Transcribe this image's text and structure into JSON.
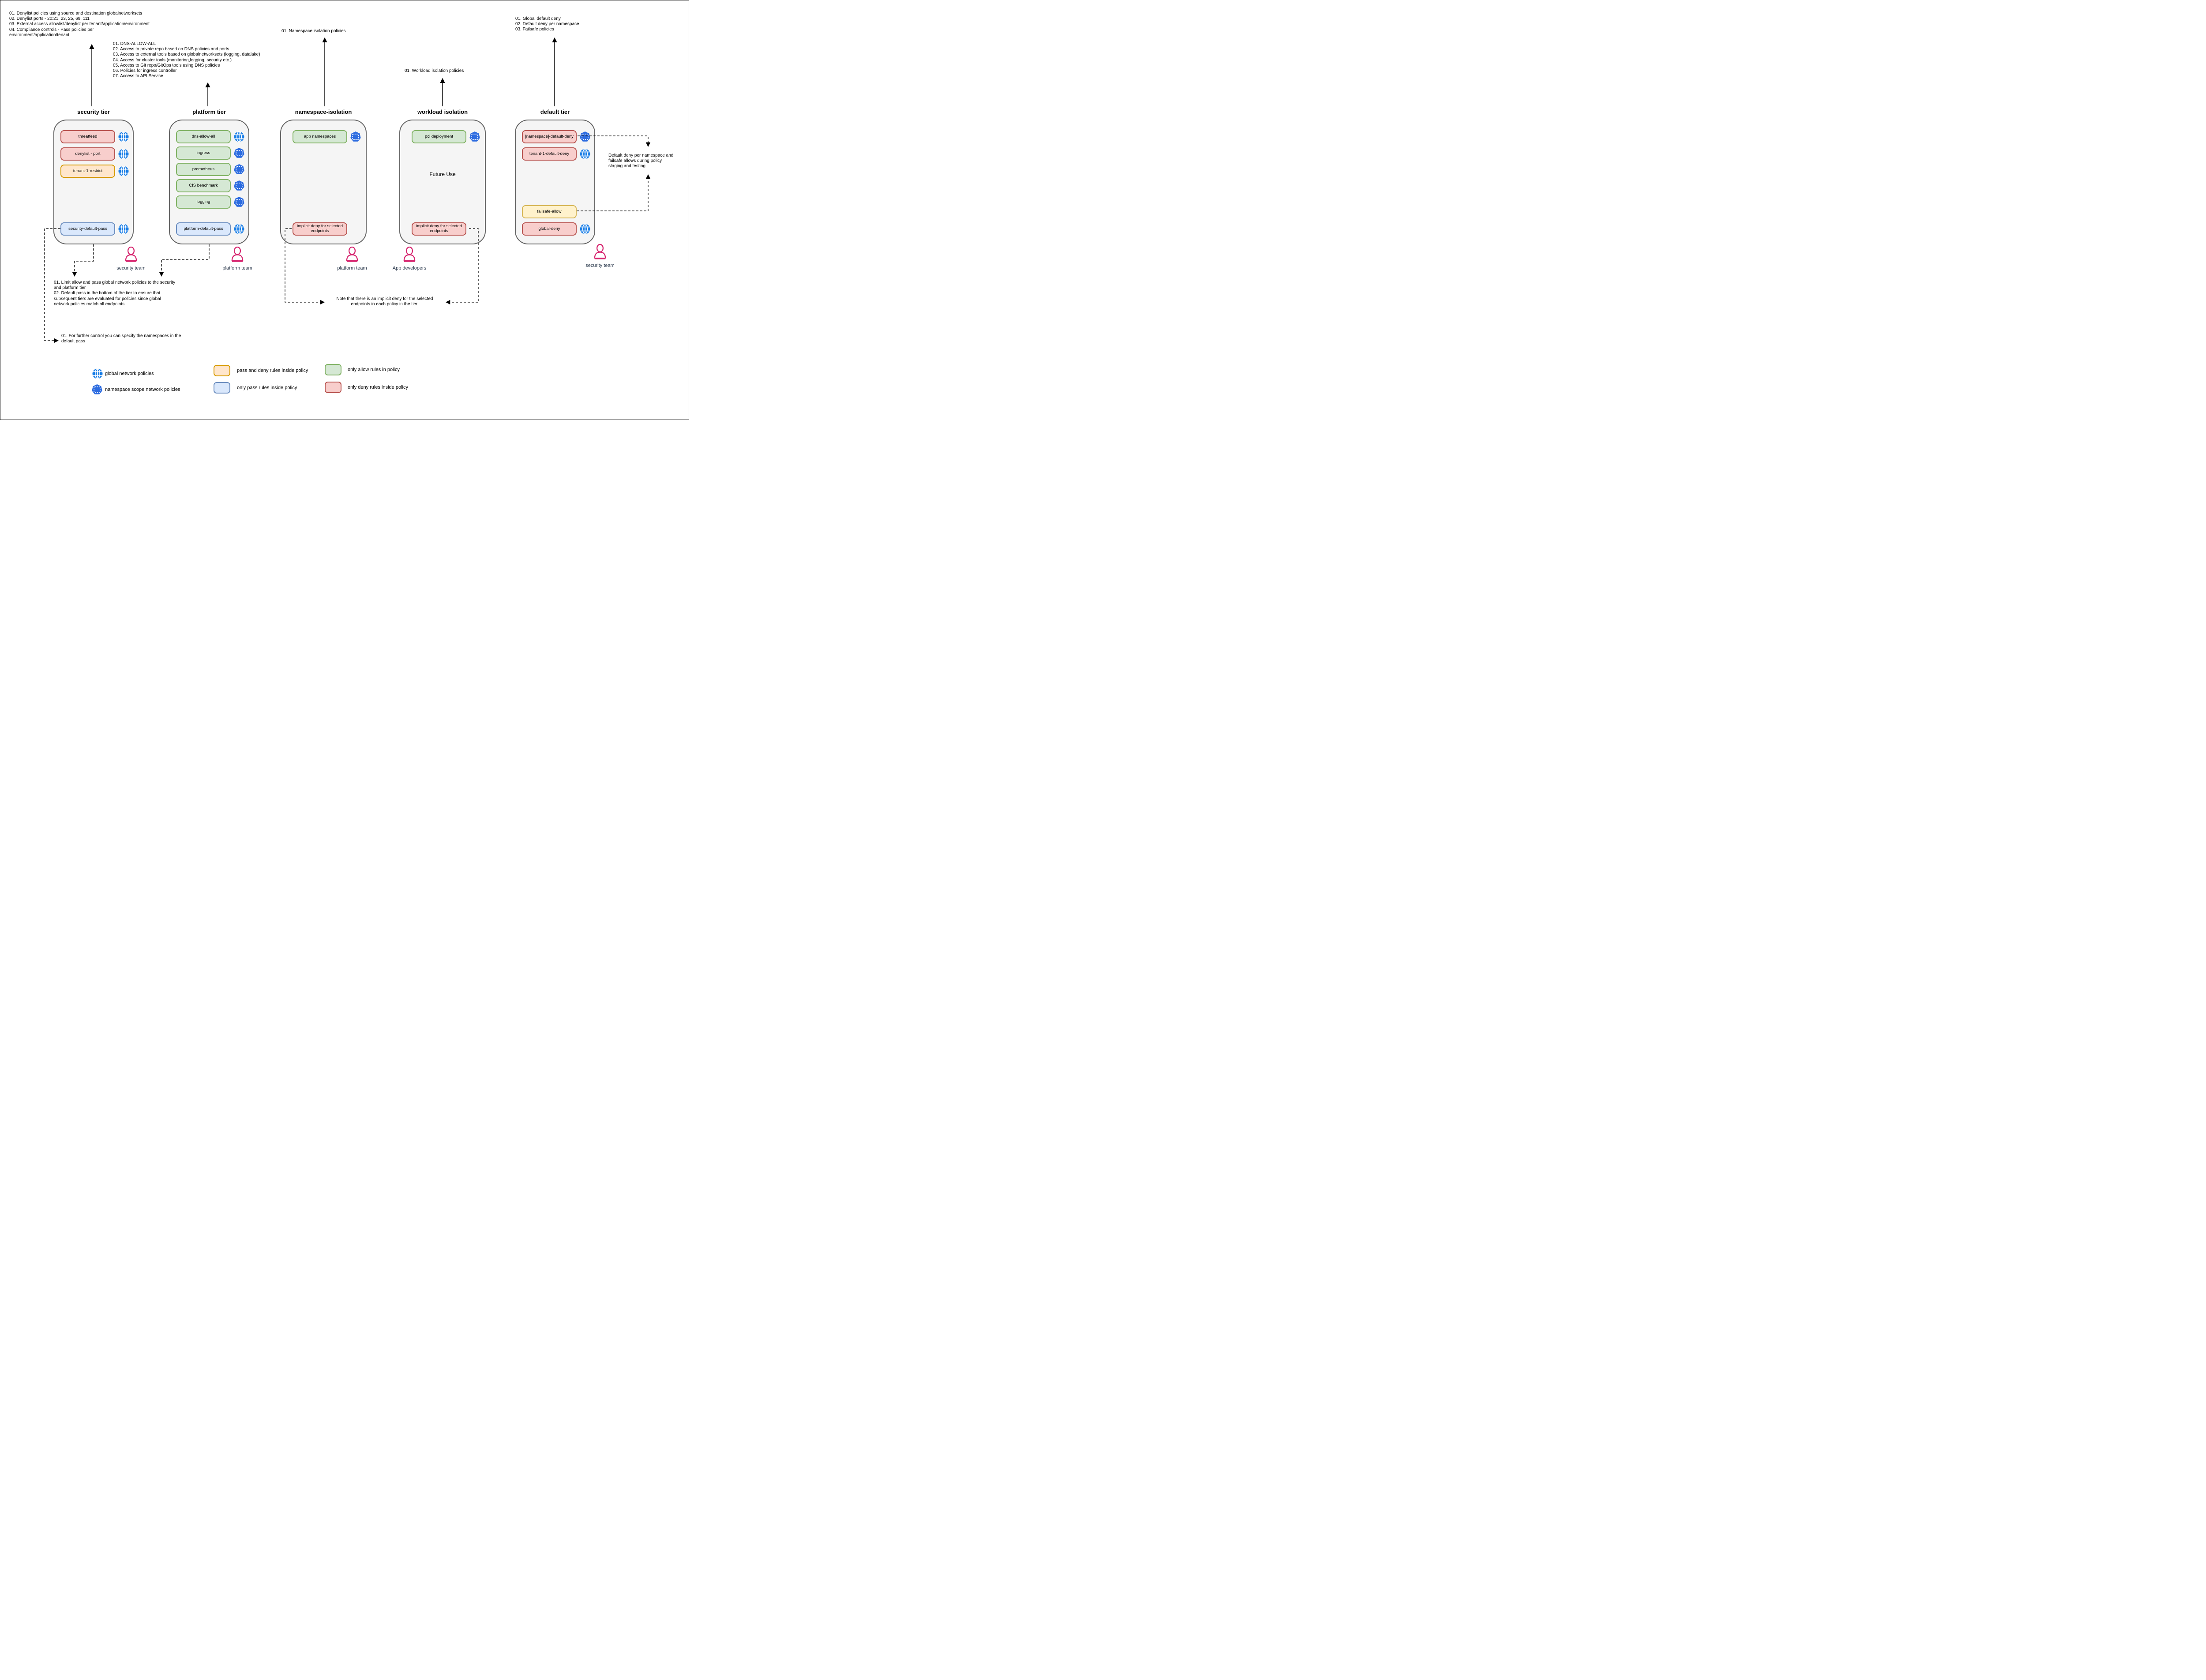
{
  "colors": {
    "globe_blue": "#1a7ee6",
    "namespace_blue": "#2d6ce0",
    "person_pink": "#d6246e",
    "team_label_color": "#2d3b4e",
    "tier_fill": "#f5f5f5",
    "tier_border": "#666666",
    "red_fill": "#f8cecc",
    "red_border": "#b85450",
    "green_fill": "#d5e8d4",
    "green_border": "#82b366",
    "blue_fill": "#dae8fc",
    "blue_border": "#6c8ebf",
    "orange_fill": "#ffe6cc",
    "orange_border": "#d79b00",
    "yellow_fill": "#fff2cc",
    "yellow_border": "#d6b656"
  },
  "annotations": {
    "security_notes": "01. Denylist policies using source and destination globalnetworksets\n02. Denylist ports - 20:21, 23, 25, 69, 111\n03. External access allowlist/denylist per tenant/application/environment\n04. Compliance controls - Pass policies per\nenvironment/application/tenant",
    "platform_notes": "01. DNS-ALLOW-ALL\n02. Access to private repo based on DNS policies and ports\n03. Access to external tools based on globalnetworksets (logging, datalake)\n04. Access for cluster tools (monitoring,logging, security etc.)\n05. Access to Git repo/GitOps tools using DNS policies\n06. Policies for ingress controller\n07. Access to API Service",
    "namespace_note": "01. Namespace isolation policies",
    "workload_note": "01. Workload isolation policies",
    "default_notes": "01. Global default deny\n02. Default deny per namespace\n03. Failsafe policies",
    "right_note": "Default deny per namespace and\nfailsafe allows during policy\nstaging and testing",
    "implicit_note": "Note that there is an implicit deny for the selected\nendpoints in each policy in the tier.",
    "limit_note": "01. Limit allow and pass global network policies to the security\nand platform tier\n02. Default pass in the bottom of the tier to ensure that\nsubsequent tiers are evaluated for policies since global\nnetwork policies match all endpoints",
    "further_note": "01. For further control you can specify the namespaces in the\ndefault pass"
  },
  "tiers": [
    {
      "title": "security tier",
      "policies": [
        {
          "label": "threatfeed",
          "style": "red",
          "icon": "globe",
          "section": "top"
        },
        {
          "label": "denylist - port",
          "style": "red",
          "icon": "globe",
          "section": "top"
        },
        {
          "label": "tenant-1-restrict",
          "style": "orange",
          "icon": "globe",
          "section": "top"
        },
        {
          "label": "security-default-pass",
          "style": "blue",
          "icon": "globe",
          "section": "bottom"
        }
      ]
    },
    {
      "title": "platform tier",
      "policies": [
        {
          "label": "dns-allow-all",
          "style": "green",
          "icon": "globe",
          "section": "top"
        },
        {
          "label": "ingress",
          "style": "green",
          "icon": "namespace",
          "section": "top"
        },
        {
          "label": "prometheus",
          "style": "green",
          "icon": "namespace",
          "section": "top"
        },
        {
          "label": "CIS benchmark",
          "style": "green",
          "icon": "namespace",
          "section": "top"
        },
        {
          "label": "logging",
          "style": "green",
          "icon": "namespace",
          "section": "top"
        },
        {
          "label": "platform-default-pass",
          "style": "blue",
          "icon": "globe",
          "section": "bottom"
        }
      ]
    },
    {
      "title": "namespace-isolation",
      "policies": [
        {
          "label": "app namespaces",
          "style": "green",
          "icon": "namespace",
          "section": "top"
        },
        {
          "label": "implicit deny for selected endpoints",
          "style": "red",
          "icon": "none",
          "section": "bottom"
        }
      ]
    },
    {
      "title": "workload isolation",
      "center_label": "Future Use",
      "policies": [
        {
          "label": "pci deployment",
          "style": "green",
          "icon": "namespace",
          "section": "top"
        },
        {
          "label": "implicit deny for selected endpoints",
          "style": "red",
          "icon": "none",
          "section": "bottom"
        }
      ]
    },
    {
      "title": "default tier",
      "policies": [
        {
          "label": "[namespace]-default-deny",
          "style": "red",
          "icon": "namespace",
          "section": "top"
        },
        {
          "label": "tenant-1-default-deny",
          "style": "red",
          "icon": "globe",
          "section": "top"
        },
        {
          "label": "failsafe-allow",
          "style": "yellow",
          "icon": "none",
          "section": "bottom"
        },
        {
          "label": "global-deny",
          "style": "red",
          "icon": "globe",
          "section": "bottom"
        }
      ]
    }
  ],
  "teams": [
    {
      "label": "security team"
    },
    {
      "label": "platform team"
    },
    {
      "label": "platform team"
    },
    {
      "label": "App developers"
    },
    {
      "label": "security team"
    }
  ],
  "legend": {
    "global": "global network policies",
    "namespace": "namespace scope network policies",
    "orange": "pass and deny rules inside policy",
    "blue": "only pass rules inside policy",
    "green": "only allow rules in policy",
    "red": "only deny rules inside policy"
  }
}
